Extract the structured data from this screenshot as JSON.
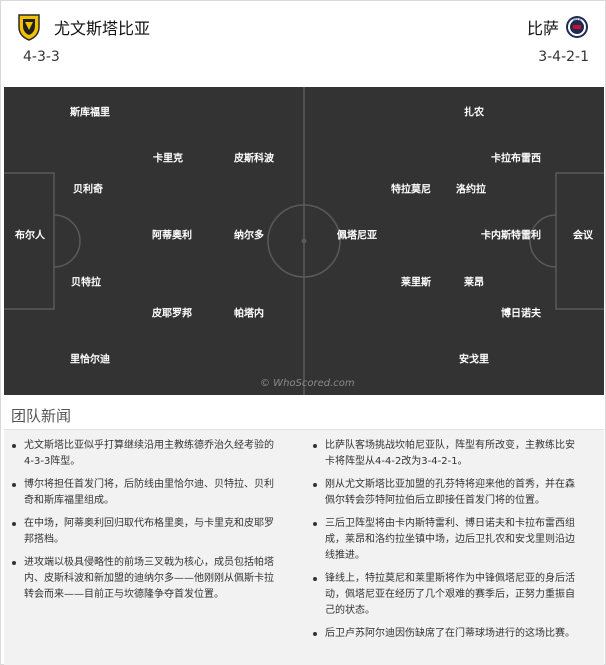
{
  "home_team": {
    "name": "尤文斯塔比亚",
    "formation": "4-3-3",
    "crest_color": "#f2c200"
  },
  "away_team": {
    "name": "比萨",
    "formation": "3-4-2-1",
    "crest_color": "#1e2a50"
  },
  "pitch": {
    "watermark": "© WhoScored.com",
    "home_players": [
      "斯库福里",
      "贝利奇",
      "布尔人",
      "贝特拉",
      "里恰尔迪",
      "卡里克",
      "阿蒂奥利",
      "皮耶罗邦",
      "皮斯科波",
      "纳尔多",
      "帕塔内"
    ],
    "away_players": [
      "扎农",
      "卡拉布雷西",
      "特拉莫尼",
      "洛约拉",
      "佩塔尼亚",
      "卡内斯特雷利",
      "会议",
      "莱里斯",
      "莱昂",
      "博日诺夫",
      "安戈里"
    ]
  },
  "news": {
    "title": "团队新闻",
    "left": [
      "尤文斯塔比亚似乎打算继续沿用主教练德乔治久经考验的4-3-3阵型。",
      "博尔将担任首发门将，后防线由里恰尔迪、贝特拉、贝利奇和斯库福里组成。",
      "在中场，阿蒂奥利回归取代布格里奥，与卡里克和皮耶罗邦搭档。",
      "进攻端以极具侵略性的前场三叉戟为核心，成员包括帕塔内、皮斯科波和新加盟的迪纳尔多——他刚刚从佩斯卡拉转会而来——目前正与坎德隆争夺首发位置。"
    ],
    "right": [
      "比萨队客场挑战坎帕尼亚队，阵型有所改变，主教练比安卡将阵型从4-4-2改为3-4-2-1。",
      "刚从尤文斯塔比亚加盟的孔芬特将迎来他的首秀，并在森佩尔转会莎特阿拉伯后立即接任首发门将的位置。",
      "三后卫阵型将由卡内斯特雷利、博日诺夫和卡拉布雷西组成，莱昂和洛约拉坐镇中场，边后卫扎农和安戈里则沿边线推进。",
      "锋线上，特拉莫尼和莱里斯将作为中锋佩塔尼亚的身后活动，佩塔尼亚在经历了几个艰难的赛季后，正努力重振自己的状态。",
      "后卫卢苏阿尔迪因伤缺席了在门蒂球场进行的这场比赛。"
    ]
  }
}
